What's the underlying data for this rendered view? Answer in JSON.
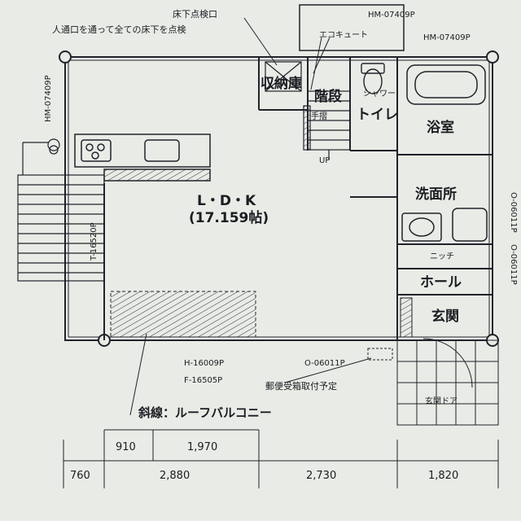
{
  "annotations": {
    "inspection_port": "床下点検口",
    "inspection_note": "人通口を通って全ての床下を点検",
    "ecocute": "エコキュート",
    "roof_balcony_note": "斜線：ルーフバルコニー",
    "mailbox_note": "郵便受箱取付予定",
    "up": "UP",
    "niche": "ニッチ"
  },
  "rooms": {
    "storage": "収納庫",
    "stairs": "階段",
    "toilet": "トイレ",
    "bathroom": "浴室",
    "washroom": "洗面所",
    "ldk": "L・D・K",
    "ldk_area": "(17.159帖)",
    "hall": "ホール",
    "entrance": "玄関",
    "entrance_door": "玄関ドア",
    "handrail": "手摺",
    "shower": "シャワー"
  },
  "window_codes": {
    "top_center": "HM-07409P",
    "top_right": "HM-07409P",
    "left_top": "HM-07409P",
    "left_mid": "T-16520P",
    "bottom_a": "H-16009P",
    "bottom_b": "F-16505P",
    "bottom_c": "O-06011P",
    "right_a": "O-06011P",
    "right_b": "O-06011P"
  },
  "dimensions": {
    "row1": [
      "910",
      "1,970"
    ],
    "row2": [
      "760",
      "2,880",
      "2,730",
      "1,820"
    ]
  }
}
